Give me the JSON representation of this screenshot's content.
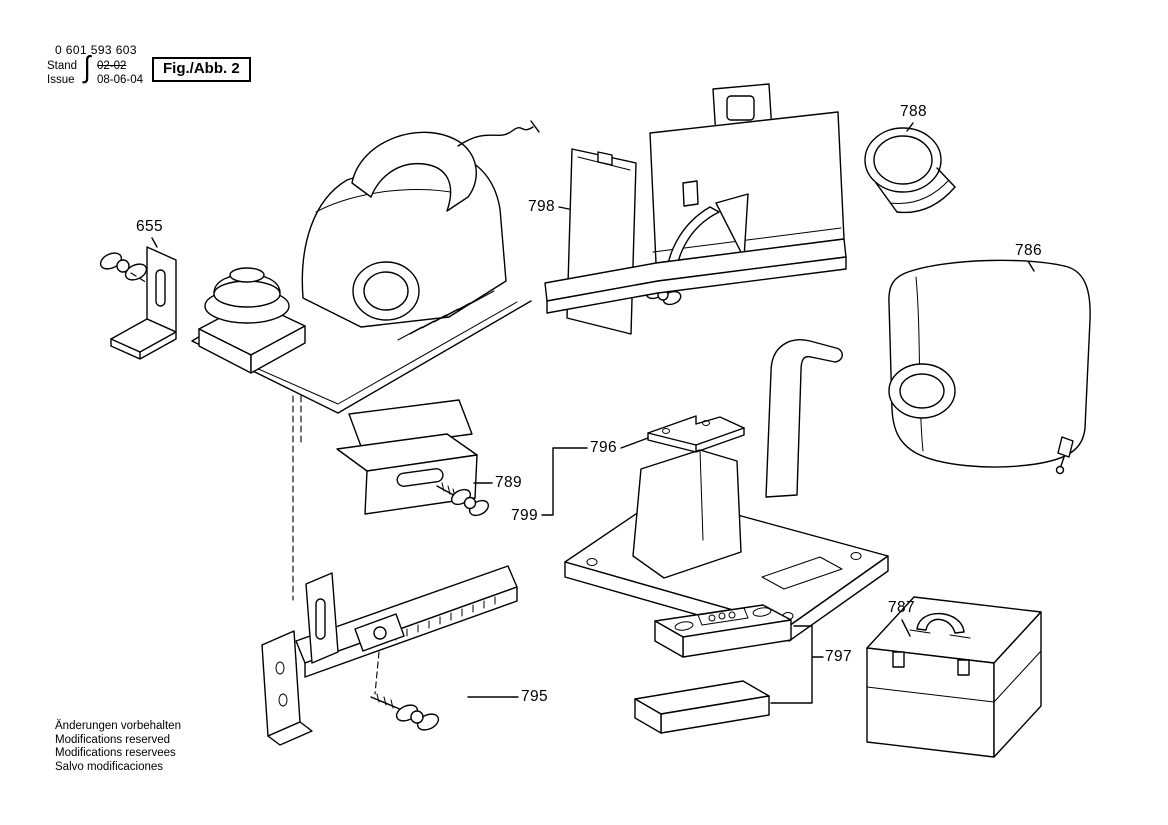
{
  "header": {
    "part_number": "0 601 593 603",
    "stand_label": "Stand",
    "stand_old_value": "02-02",
    "issue_label": "Issue",
    "issue_value": "08-06-04",
    "figure_label": "Fig./Abb. 2"
  },
  "icons": {
    "stand_issue_brace": "∫"
  },
  "callouts": {
    "clamp_bracket": "655",
    "dust_bag": "786",
    "carrying_case": "787",
    "adapter_nozzle": "788",
    "angle_stop": "789",
    "parallel_guide": "795",
    "stand_shoe": "796",
    "blade_blocks": "797",
    "guide_fence": "798",
    "stand_assembly": "799"
  },
  "footer": {
    "lines": [
      "Änderungen vorbehalten",
      "Modifications reserved",
      "Modifications reservees",
      "Salvo modificaciones"
    ]
  }
}
